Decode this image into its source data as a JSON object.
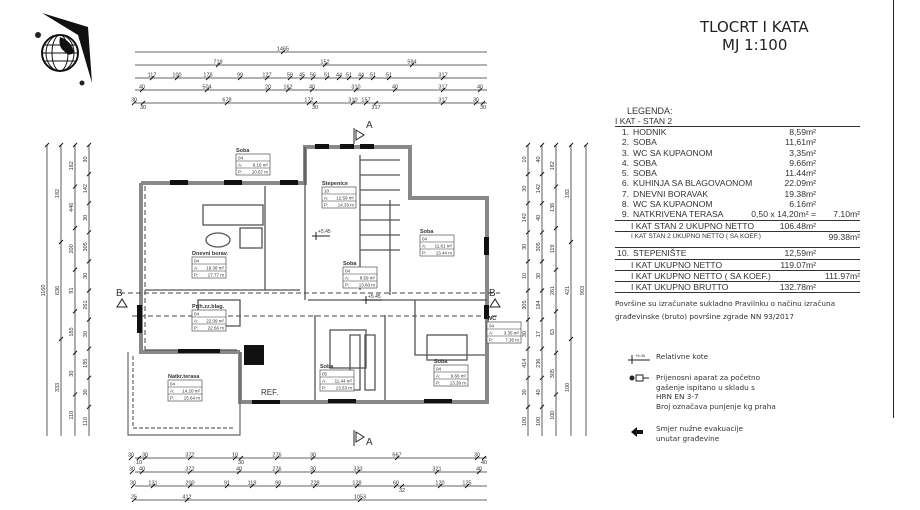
{
  "title": {
    "line1": "TLOCRT  I  KATA",
    "line2": "MJ 1:100"
  },
  "legend": {
    "heading": "LEGENDA:",
    "subheading": "I KAT  - STAN 2",
    "rooms": [
      {
        "no": "1.",
        "name": "HODNIK",
        "area": "8,59m²",
        "calc": ""
      },
      {
        "no": "2.",
        "name": "SOBA",
        "area": "11,61m²",
        "calc": ""
      },
      {
        "no": "3.",
        "name": "WC SA KUPAONOM",
        "area": "3,35m²",
        "calc": ""
      },
      {
        "no": "4.",
        "name": "SOBA",
        "area": "9.66m²",
        "calc": ""
      },
      {
        "no": "5.",
        "name": "SOBA",
        "area": "11.44m²",
        "calc": ""
      },
      {
        "no": "6.",
        "name": "KUHINJA SA BLAGOVAONOM",
        "area": "22.09m²",
        "calc": ""
      },
      {
        "no": "7.",
        "name": "DNEVNI  BORAVAK",
        "area": "19.38m²",
        "calc": ""
      },
      {
        "no": "8.",
        "name": "WC SA KUPAONOM",
        "area": "6.16m²",
        "calc": ""
      },
      {
        "no": "9.",
        "name": "NATKRIVENA  TERASA",
        "area": "0,50  x   14,20m²   =",
        "calc": "7.10m²"
      }
    ],
    "stan_netto": {
      "label": "I KAT  STAN 2  UKUPNO NETTO",
      "value": "106.48m²"
    },
    "stan_netto_koef": {
      "label": "I KAT  STAN 2  UKUPNO NETTO  ( SA KOEF.)",
      "value": "99.38m²"
    },
    "stair": {
      "no": "10.",
      "name": "STEPENIŠTE",
      "area": "12,59m²"
    },
    "kat_netto": {
      "label": "I KAT  UKUPNO NETTO",
      "value": "119.07m²"
    },
    "kat_netto_koef": {
      "label": "I KAT  UKUPNO NETTO ( SA KOEF.)",
      "value": "111.97m²"
    },
    "kat_brutto": {
      "label": "I KAT  UKUPNO  BRUTTO",
      "value": "132.78m²"
    },
    "note_line1": "Površine su izračunate sukladno  Pravilnku o načinu izračuna",
    "note_line2": "građevinske (bruto) površine zgrade NN 93/2017"
  },
  "symbols": {
    "level_marker": "+5.45",
    "level_text": "Relativne  kote",
    "extinguisher_lines": [
      "Prijenosni aparat za početno",
      "gašenje ispitano u skladu s",
      "HRN EN 3-7",
      "Broj označava punjenje kg praha"
    ],
    "evac_lines": [
      "Smjer  nužne evakuacije",
      "unutar građevine"
    ]
  },
  "plan": {
    "section_a": "A",
    "section_b": "B",
    "level": "+5.45",
    "ref_label": "REF.",
    "rooms": [
      {
        "name": "Soba",
        "code": "04",
        "a": "6.16 m²",
        "p": "10.67 m"
      },
      {
        "name": "Dnevni borav.",
        "code": "04",
        "a": "19.38 m²",
        "p": "17.77 m"
      },
      {
        "name": "Stepenice",
        "code": "10",
        "a": "12.59 m²",
        "p": "14.33 m"
      },
      {
        "name": "Soba",
        "code": "04",
        "a": "11.61 m²",
        "p": "13.44 m"
      },
      {
        "name": "Soba",
        "code": "04",
        "a": "8.59 m²",
        "p": "13.60 m"
      },
      {
        "name": "Prih.zz.blag.",
        "code": "04",
        "a": "22.09 m²",
        "p": "22.66 m"
      },
      {
        "name": "Natkr.terasa",
        "code": "04",
        "a": "14.20 m²",
        "p": "15.64 m"
      },
      {
        "name": "Soba",
        "code": "05",
        "a": "11.44 m²",
        "p": "13.53 m"
      },
      {
        "name": "Soba",
        "code": "04",
        "a": "9.66 m²",
        "p": "13.39 m"
      },
      {
        "name": "WC",
        "code": "04",
        "a": "3.35 m²",
        "p": "7.36 m"
      }
    ],
    "dims_top": [
      [
        "1465"
      ],
      [
        "718",
        "152",
        "594"
      ],
      [
        "117",
        "100",
        "178",
        "99",
        "127",
        "59",
        "45",
        "56",
        "51",
        "44",
        "51",
        "44",
        "51",
        "51",
        "317"
      ],
      [
        "40",
        "504",
        "20",
        "162",
        "40",
        "310",
        "40",
        "317",
        "40"
      ],
      [
        "30",
        "30",
        "678",
        "172",
        "30",
        "310",
        "157",
        "317",
        "317",
        "30",
        "30"
      ]
    ],
    "dims_bottom": [
      [
        "30",
        "10",
        "30",
        "372",
        "10",
        "30",
        "276",
        "30",
        "667",
        "30",
        "40"
      ],
      [
        "30",
        "40",
        "372",
        "40",
        "276",
        "30",
        "333",
        "321",
        "40"
      ],
      [
        "30",
        "131",
        "200",
        "91",
        "119",
        "99",
        "228",
        "128",
        "60",
        "32",
        "120",
        "125"
      ],
      [
        "25",
        "412",
        "1053"
      ]
    ],
    "dims_left": [
      [
        "1160"
      ],
      [
        "182",
        "636",
        "333"
      ],
      [
        "182",
        "446",
        "200",
        "91",
        "185",
        "30",
        "110"
      ],
      [
        "30",
        "142",
        "30",
        "305",
        "30",
        "261",
        "30",
        "185",
        "30",
        "110"
      ]
    ],
    "dims_right": [
      [
        "10",
        "30",
        "142",
        "30",
        "10",
        "305",
        "30",
        "414",
        "30",
        "100"
      ],
      [
        "40",
        "142",
        "40",
        "305",
        "30",
        "184",
        "17",
        "236",
        "40",
        "100"
      ],
      [
        "182",
        "136",
        "119",
        "261",
        "63",
        "305",
        "100"
      ],
      [
        "182",
        "421",
        "100"
      ],
      [
        "903"
      ]
    ]
  }
}
